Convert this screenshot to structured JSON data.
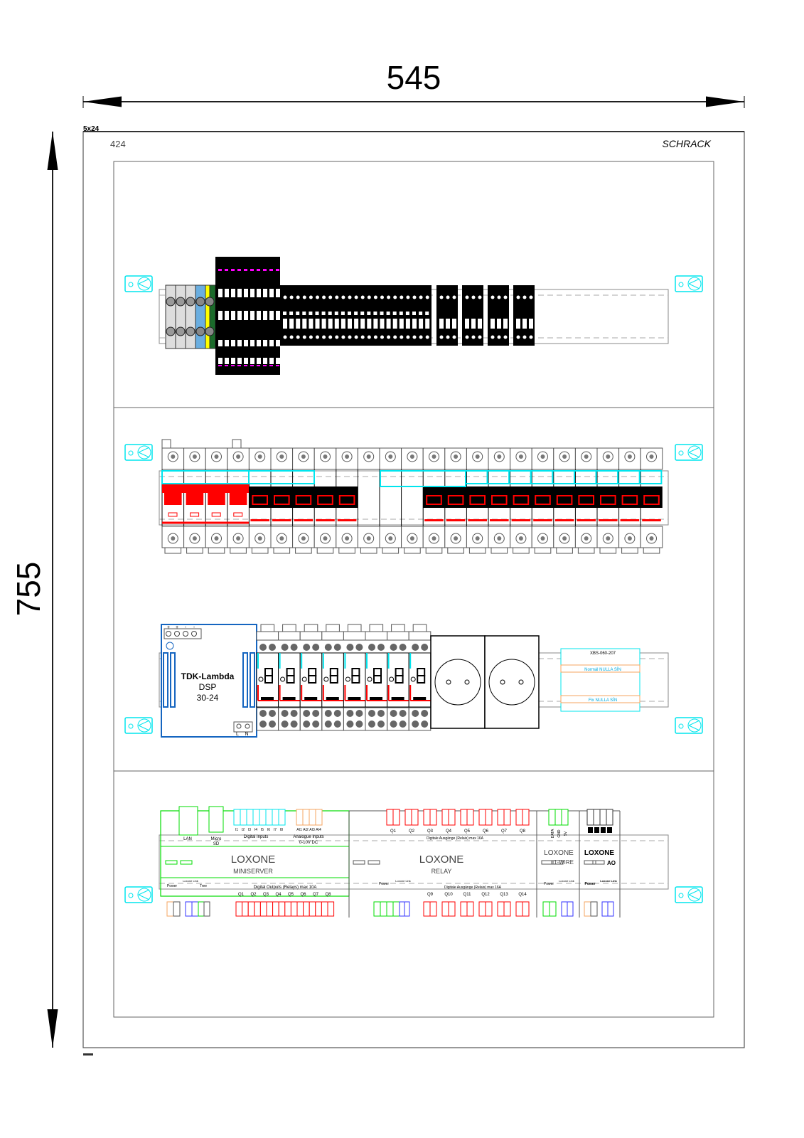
{
  "dimensions": {
    "width": "545",
    "height": "755"
  },
  "frame": {
    "code": "5x24",
    "number": "424",
    "brand": "SCHRACK"
  },
  "row3": {
    "psu": {
      "line1": "TDK-Lambda",
      "line2": "DSP",
      "line3": "30-24",
      "term_l": "L",
      "term_n": "N",
      "top_terms": [
        "+",
        "+",
        "-",
        "-"
      ]
    },
    "label_box": {
      "title": "XBS-060-207",
      "normal": "Normál NULLA SÍN",
      "fix": "Fix NULLA SÍN"
    }
  },
  "row4": {
    "miniserver": {
      "brand": "LOXONE",
      "name": "MINISERVER",
      "lan": "LAN",
      "micro": "Micro",
      "sd": "SD",
      "digital_inputs": "Digital Inputs",
      "inputs": [
        "I1",
        "I2",
        "I3",
        "I4",
        "I5",
        "I6",
        "I7",
        "I8"
      ],
      "analogue_inputs": "Analogue Inputs",
      "analogue_range": "0-10V DC",
      "ai": [
        "AI1",
        "AI2",
        "AI3",
        "AI4"
      ],
      "outputs_label": "Digital Outputs (Relays) max 10A",
      "outputs": [
        "Q1",
        "Q2",
        "Q3",
        "Q4",
        "Q5",
        "Q6",
        "Q7",
        "Q8"
      ],
      "power": "Power",
      "link": "Loxone Link",
      "tree": "Tree"
    },
    "relay": {
      "brand": "LOXONE",
      "name": "RELAY",
      "outputs_label": "Digitale Ausgänge (Relais) max 16A",
      "top_outputs": [
        "Q1",
        "Q2",
        "Q3",
        "Q4",
        "Q5",
        "Q6",
        "Q7",
        "Q8"
      ],
      "bottom_outputs": [
        "Q9",
        "Q10",
        "Q11",
        "Q12",
        "Q13",
        "Q14"
      ],
      "power": "Power",
      "link": "Loxone Link"
    },
    "onewire": {
      "brand": "LOXONE",
      "name": "1-WIRE",
      "data": "DATA",
      "gnd": "GND",
      "v5": "5V",
      "power": "Power",
      "link": "Loxone Link"
    },
    "ao": {
      "brand": "LOXONE",
      "name": "AO",
      "power": "Power",
      "link": "Loxone Link"
    }
  },
  "colors": {
    "cyan": "#00e5ee",
    "red": "#ff0000",
    "green": "#00dd00",
    "blue": "#1565c0",
    "gray": "#666666",
    "orange": "#f4a460"
  }
}
